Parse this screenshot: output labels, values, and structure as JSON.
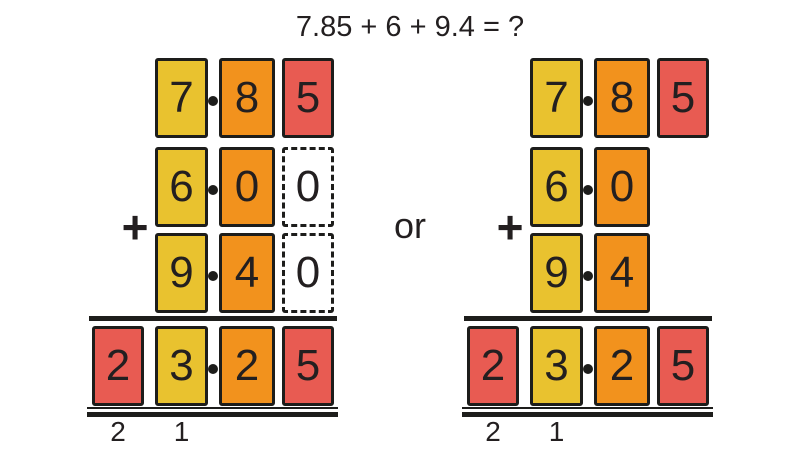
{
  "palette": {
    "yellow": "#E9C22F",
    "orange": "#F2921D",
    "red": "#E85B52",
    "dashed": "#FFFFFF",
    "line": "#1D1D1B",
    "text": "#231F20",
    "background": "#FFFFFF"
  },
  "equation": "7.85 + 6 + 9.4 = ?",
  "or_label": "or",
  "left": {
    "plus": "+",
    "row1": {
      "d1": "7",
      "d2": "8",
      "d3": "5"
    },
    "row2": {
      "d1": "6",
      "d2": "0",
      "d3": "0"
    },
    "row3": {
      "d1": "9",
      "d2": "4",
      "d3": "0"
    },
    "sum": {
      "d0": "2",
      "d1": "3",
      "d2": "2",
      "d3": "5"
    },
    "carry_tens": "2",
    "carry_ones": "1"
  },
  "right": {
    "plus": "+",
    "row1": {
      "d1": "7",
      "d2": "8",
      "d3": "5"
    },
    "row2": {
      "d1": "6",
      "d2": "0"
    },
    "row3": {
      "d1": "9",
      "d2": "4"
    },
    "sum": {
      "d0": "2",
      "d1": "3",
      "d2": "2",
      "d3": "5"
    },
    "carry_tens": "2",
    "carry_ones": "1"
  }
}
